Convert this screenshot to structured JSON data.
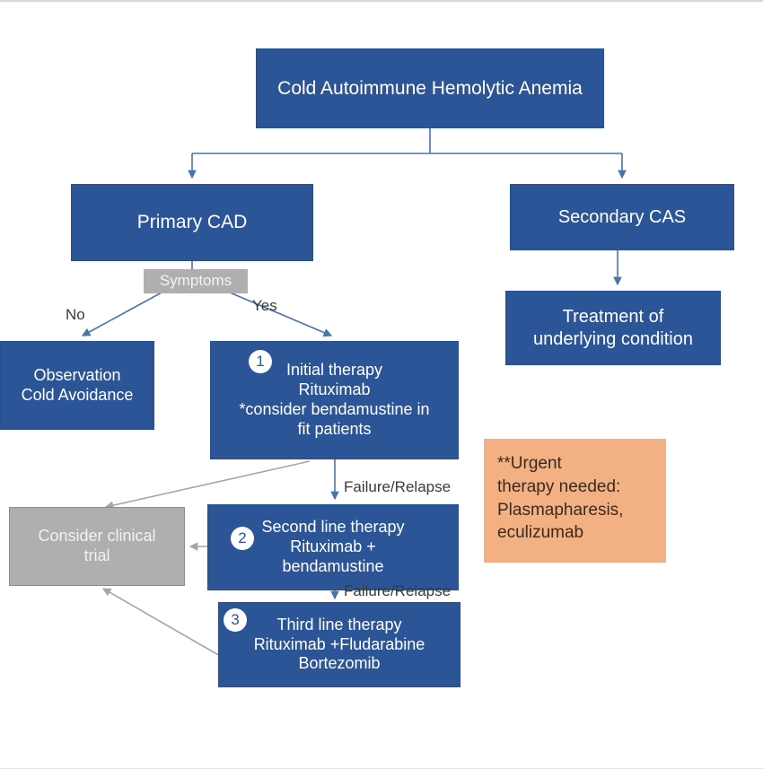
{
  "diagram": {
    "title": "Cold Autoimmune Hemolytic Anemia",
    "nodes": {
      "root": "Cold Autoimmune Hemolytic Anemia",
      "primary_cad": "Primary CAD",
      "secondary_cas": "Secondary CAS",
      "treatment_underlying": "Treatment of\nunderlying condition",
      "observation": "Observation\nCold Avoidance",
      "initial_therapy": "Initial therapy\nRituximab\n*consider bendamustine in\nfit patients",
      "second_line": "Second line therapy\nRituximab +\nbendamustine",
      "third_line": "Third line therapy\nRituximab +Fludarabine\nBortezomib",
      "clinical_trial": "Consider clinical\ntrial",
      "urgent_note": "**Urgent\ntherapy needed:\nPlasmapharesis,\neculizumab"
    },
    "badges": {
      "step_1": "1",
      "step_2": "2",
      "step_3": "3"
    },
    "decision": {
      "symptoms_label": "Symptoms",
      "branch_no": "No",
      "branch_yes": "Yes"
    },
    "edge_labels": {
      "failure_relapse_1": "Failure/Relapse",
      "failure_relapse_2": "Failure/Relapse"
    },
    "colors": {
      "node_blue": "#2b5597",
      "node_gray": "#b0aeae",
      "note_orange": "#f3b183",
      "connector_blue": "#4a72ad",
      "connector_gray": "#a6a6a6",
      "background": "#ffffff"
    }
  }
}
